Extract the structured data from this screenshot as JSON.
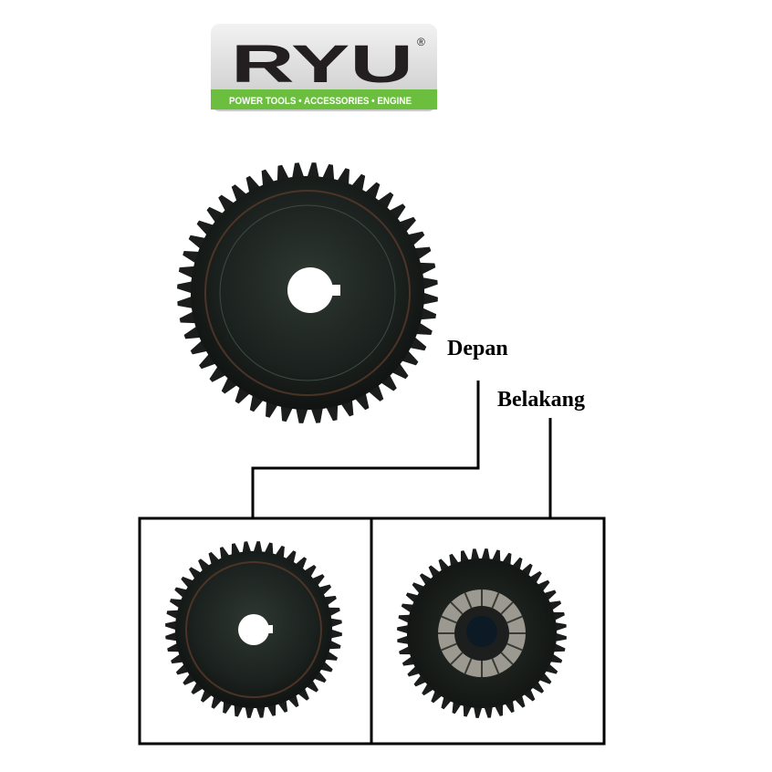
{
  "logo": {
    "brand": "RYU",
    "registered": "®",
    "tagline": "POWER TOOLS • ACCESSORIES • ENGINE"
  },
  "labels": {
    "front": "Depan",
    "back": "Belakang"
  },
  "colors": {
    "brand_green": "#6cbf3e",
    "logo_bg": "#d4d4d4",
    "gear_dark": "#1a1d1b"
  }
}
